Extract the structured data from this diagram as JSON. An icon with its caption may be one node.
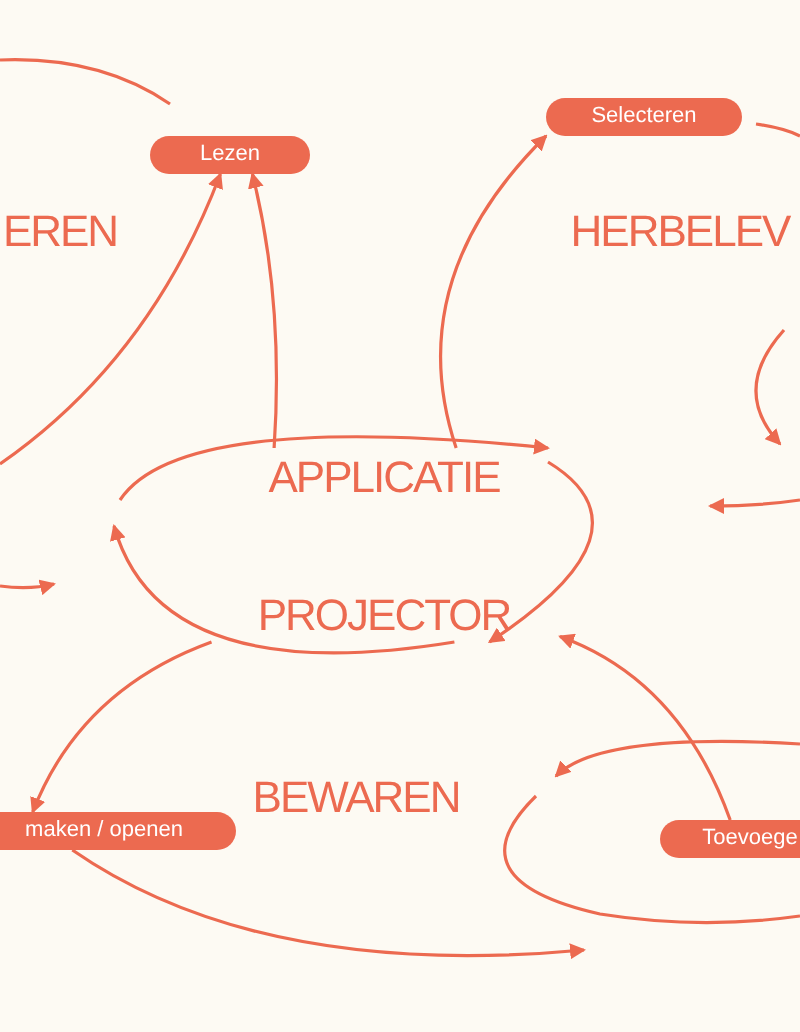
{
  "diagram": {
    "nodes": [
      {
        "text": [
          "EREN"
        ]
      },
      {
        "text": [
          "Lezen"
        ]
      },
      {
        "text": [
          "Selecteren"
        ]
      },
      {
        "text": [
          "HERBELEV"
        ]
      },
      {
        "text": [
          "APPLICATIE"
        ]
      },
      {
        "text": [
          "PROJECTOR"
        ]
      },
      {
        "text": [
          "BEWAREN"
        ]
      },
      {
        "text": [
          "maken / openen"
        ]
      },
      {
        "text": [
          "Toevoege"
        ]
      }
    ],
    "edges": [
      {
        "from": null,
        "to": 1,
        "arrow": "to"
      },
      {
        "from": 4,
        "to": 1,
        "arrow": "to"
      },
      {
        "from": 4,
        "to": 2,
        "arrow": "to"
      },
      {
        "from": 5,
        "to": 7,
        "arrow": "to"
      },
      {
        "from": 8,
        "to": 5,
        "arrow": "to"
      },
      {
        "from": 7,
        "to": null,
        "arrow": "to"
      },
      {
        "from": null,
        "to": 4,
        "arrow": "to"
      },
      {
        "from": 4,
        "to": 5,
        "arrow": "to"
      },
      {
        "from": 5,
        "to": null,
        "arrow": "to"
      }
    ]
  }
}
